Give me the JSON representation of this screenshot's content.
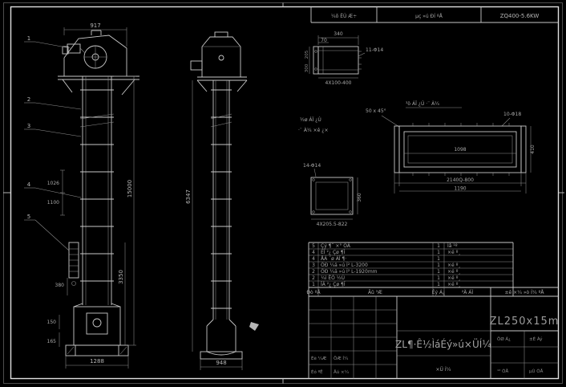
{
  "colors": {
    "background": "#000000",
    "line": "#c9c9c9",
    "dim_text": "#b5b5b5",
    "title_text": "#9b9b9b"
  },
  "header_strip": {
    "cell1": "¼õ ËÙ Æ÷",
    "cell2": "µç »ú ÐÍ ºÅ",
    "cell3": "ZQ400-5.6KW"
  },
  "front_view": {
    "balloons": [
      "1",
      "2",
      "3",
      "4",
      "5"
    ],
    "dim_head_width": "917",
    "dim_total_height": "15000",
    "dim_mid_a": "1026",
    "dim_mid_b": "1100",
    "dim_ladder": "380",
    "dim_boot_height": "3350",
    "dim_foot_a": "150",
    "dim_foot_b": "165",
    "dim_base_width": "1288"
  },
  "side_view": {
    "dim_height": "6347",
    "dim_base_width": "948"
  },
  "detail_inlet": {
    "dim_width": "340",
    "dim_offset": "70",
    "holes_note": "11-Φ14",
    "dim_side_a": "205",
    "dim_side_b": "300",
    "spacing_note": "4X100-400"
  },
  "detail_casing": {
    "label_line1": "½ø ÁÏ ¿Ú",
    "label_line2": "·¨ À¼ ×ê ¿×",
    "chamfer_note": "50 x 45°",
    "label_title": "³ö ÁÏ ¿Ú ·¨ À¼",
    "holes_note": "10-Φ18",
    "dim_inner": "1098",
    "dim_outer": "2140Q-800",
    "dim_middle": "1190",
    "dim_side": "410"
  },
  "detail_flange": {
    "holes_note": "14-Φ14",
    "dim_side": "360",
    "spacing_note": "4X205.5-822"
  },
  "parts_table": {
    "rows": [
      {
        "no": "5",
        "name": "Çý ¶¯ ×° ÖÃ",
        "qty": "1",
        "mat": "Íâ ¹º"
      },
      {
        "no": "4",
        "name": "ÉÏ ²¿ Çø ¶Î",
        "qty": "1",
        "mat": "×é º¸"
      },
      {
        "no": "4",
        "name": "ÅÁ ´ø ÁÏ ¶·",
        "qty": "1",
        "mat": ""
      },
      {
        "no": "3",
        "name": "ÖÐ ¼ä »ú Í² L-3200",
        "qty": "1",
        "mat": "×é º¸"
      },
      {
        "no": "2",
        "name": "ÖÐ ¼ä »ú Í² L-1920mm",
        "qty": "1",
        "mat": "×é º¸"
      },
      {
        "no": "2",
        "name": "¼ì ÊÓ ½Ú",
        "qty": "1",
        "mat": "×é º¸"
      },
      {
        "no": "1",
        "name": "ÏÂ ²¿ Çø ¶Î",
        "qty": "1",
        "mat": "×é º¸"
      }
    ],
    "header": {
      "no": "Ðò ºÅ",
      "name": "Ãû ³Æ",
      "qty": "Êý Á¿",
      "mat": "²Ä ÁÏ",
      "note": "±ê ×¼ »ò Í¼ ºÅ"
    }
  },
  "title_block": {
    "title": "ZL¶·Ê½ÌáÉý»ú×ÜÍ¼",
    "drawing_no": "ZL250x15m",
    "bottom_label": "×Ü Í¼",
    "cells": {
      "designed": "Éè ¼Æ",
      "drawn": "ÖÆ Í¼",
      "checked": "Éó ºË",
      "approved": "Åú ×¼",
      "weight": "ÖØ Á¿",
      "scale": "±È Àý",
      "sheets": "¹² ÕÅ",
      "sheet_no": "µÚ ÕÅ"
    }
  }
}
